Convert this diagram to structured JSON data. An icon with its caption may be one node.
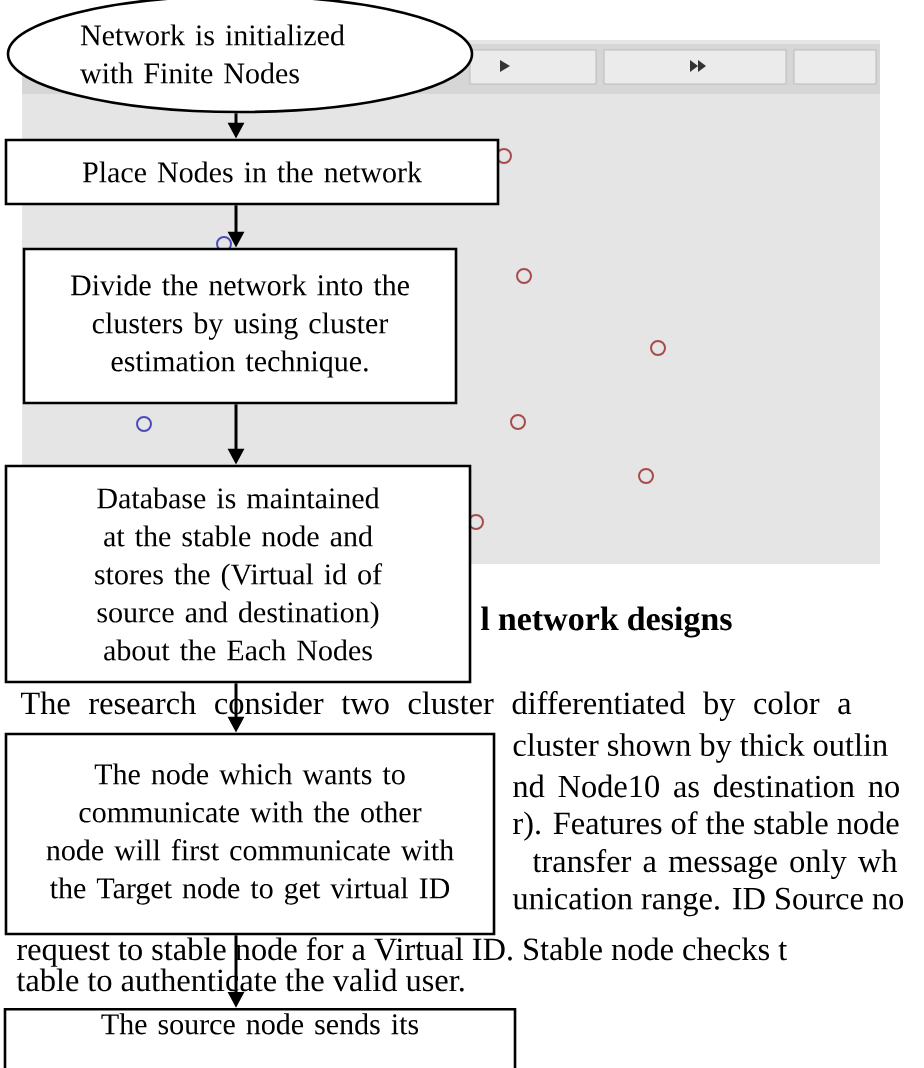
{
  "diagram": {
    "nodes": [
      {
        "text": [
          "Network is initialized with Finite Nodes"
        ]
      },
      {
        "text": [
          "Place Nodes in the network"
        ]
      },
      {
        "text": [
          "Divide the network into the clusters by using cluster estimation technique."
        ]
      },
      {
        "text": [
          "Database is maintained at the stable node and stores the (Virtual id of source and destination) about the Each Nodes"
        ]
      },
      {
        "text": [
          "The node which wants to communicate with the other node will first communicate with the Target node to get virtual ID"
        ]
      },
      {
        "text": [
          "The source node sends its"
        ]
      }
    ],
    "edges": [
      {
        "from": 0,
        "to": 1,
        "arrow": "to"
      },
      {
        "from": 1,
        "to": 2,
        "arrow": "to"
      },
      {
        "from": 2,
        "to": 3,
        "arrow": "to"
      },
      {
        "from": 3,
        "to": 4,
        "arrow": "to"
      },
      {
        "from": 4,
        "to": 5,
        "arrow": "to"
      }
    ],
    "labels": [
      "l network designs",
      "The research consider two cluster differentiated by color a",
      "cluster shown by thick outlin",
      "nd Node10 as destination no",
      "r). Features of the stable node",
      "transfer a message only wh",
      "unication range. ID Source no",
      "request to stable node for a Virtual ID. Stable node checks t",
      "table to authenticate the valid user."
    ]
  }
}
